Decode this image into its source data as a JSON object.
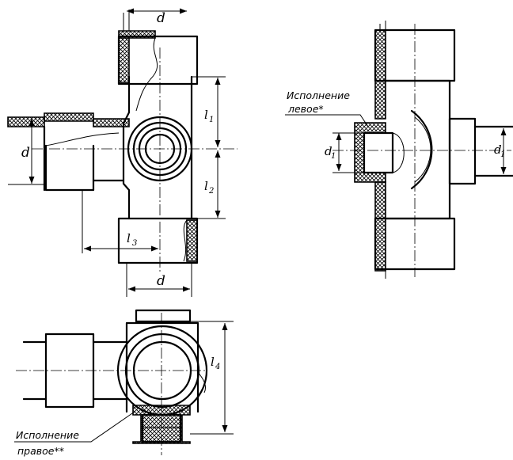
{
  "labels": {
    "d": "d",
    "d1": "d",
    "d1_sub": "1",
    "l": "l",
    "l1_sub": "1",
    "l2_sub": "2",
    "l3_sub": "3",
    "l4_sub": "4"
  },
  "notes": {
    "left_version_line1": "Исполнение",
    "left_version_line2": "левое*",
    "right_version_line1": "Исполнение",
    "right_version_line2": "правое**"
  }
}
